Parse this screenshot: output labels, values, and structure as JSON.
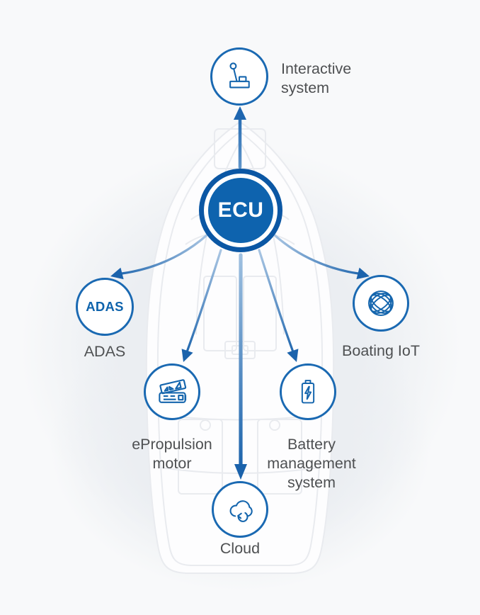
{
  "diagram": {
    "center_label": "ECU",
    "nodes": {
      "interactive": {
        "label": "Interactive system",
        "icon": "throttle-icon"
      },
      "adas": {
        "label": "ADAS",
        "badge": "ADAS",
        "icon": "adas-text"
      },
      "iot": {
        "label": "Boating IoT",
        "icon": "globe-icon"
      },
      "motor": {
        "label": "ePropulsion motor",
        "icon": "motor-icon"
      },
      "battery": {
        "label": "Battery management system",
        "icon": "battery-icon"
      },
      "cloud": {
        "label": "Cloud",
        "icon": "cloud-icon"
      }
    },
    "colors": {
      "ecu_ring": "#0b57a4",
      "ecu_fill": "#0e63ae",
      "node_stroke": "#1a69b2",
      "icon_blue": "#1465ad",
      "arrow_dark": "#1b63ac",
      "arrow_light": "#aac6e3",
      "label_gray": "#4e5052",
      "background": "#f8f9fa"
    }
  }
}
